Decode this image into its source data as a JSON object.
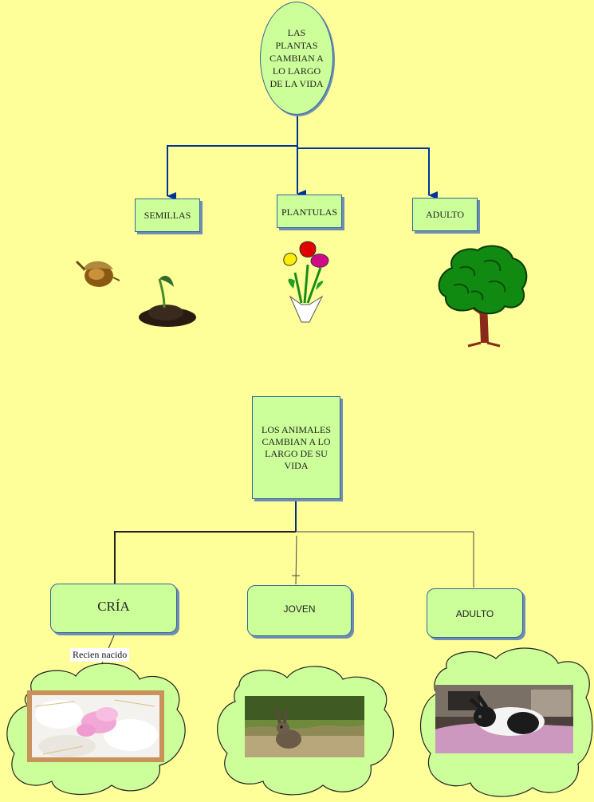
{
  "plants": {
    "title": "LAS PLANTAS CAMBIAN A LO LARGO DE LA VIDA",
    "stages": [
      "SEMILLAS",
      "PLANTULAS",
      "ADULTO"
    ]
  },
  "animals": {
    "title": "LOS ANIMALES CAMBIAN A LO LARGO DE SU VIDA",
    "stages": [
      "CRÍA",
      "JOVEN",
      "ADULTO"
    ],
    "cria_note": "Recien nacido"
  },
  "colors": {
    "background": "#ffff99",
    "node_fill": "#ccff99",
    "node_border": "#336699",
    "plant_connector": "#003399",
    "animal_connector": "#222222"
  },
  "icons": [
    "acorn-icon",
    "sprout-icon",
    "tulips-icon",
    "tree-icon",
    "newborn-rabbits-photo",
    "young-rabbit-photo",
    "adult-rabbit-photo"
  ]
}
